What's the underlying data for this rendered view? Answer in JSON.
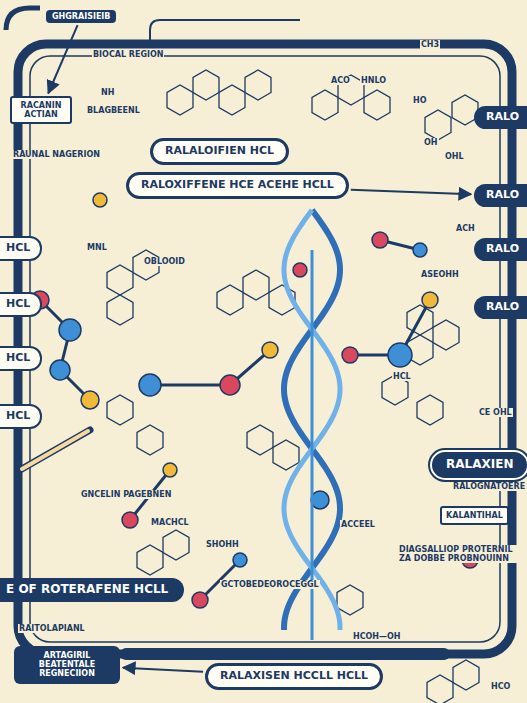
{
  "diagram": {
    "nodes": [
      {
        "text": [
          "GHGRAISIEIB"
        ]
      },
      {
        "text": [
          "RACANIN ACTIAN"
        ]
      },
      {
        "text": [
          "RALALOIFIEN HCL"
        ]
      },
      {
        "text": [
          "RALOXIFFENE HCE ACEHE HCLL"
        ]
      },
      {
        "text": [
          "RALO"
        ]
      },
      {
        "text": [
          "RALO"
        ]
      },
      {
        "text": [
          "RALO"
        ]
      },
      {
        "text": [
          "RALO"
        ]
      },
      {
        "text": [
          "RALAXIEN"
        ]
      },
      {
        "text": [
          "KALANTIHAL"
        ]
      },
      {
        "text": [
          "HCL"
        ]
      },
      {
        "text": [
          "HCL"
        ]
      },
      {
        "text": [
          "HCL"
        ]
      },
      {
        "text": [
          "HCL"
        ]
      },
      {
        "text": [
          "E OF ROTERAFENE HCLL"
        ]
      },
      {
        "text": [
          "ARTAGIRIL BEATENTALE REGNECIION"
        ]
      },
      {
        "text": [
          "RALAXISEN HCCLL HCLL"
        ]
      }
    ],
    "edges": [
      {
        "from": 0,
        "to": 1,
        "arrow": "to"
      },
      {
        "from": 3,
        "to": 5,
        "arrow": "to"
      },
      {
        "from": 16,
        "to": 15,
        "arrow": "to"
      }
    ],
    "labels": [
      "BIOCAL REGION",
      "NH",
      "BLAGBEENL",
      "RAUNAL NAGERION",
      "ACO",
      "HNLO",
      "CH3",
      "HO",
      "OH",
      "OHL",
      "OBLOOID",
      "MNL",
      "ACH",
      "ASEOHH",
      "HCL",
      "CE OHL",
      "GNCELIN PAGEBNEN",
      "MACHCL",
      "SHOHH",
      "ACCEEL",
      "RALOGNATOERE",
      "DIAGSALLIOP PROTERNIL ZA DOBBE PROBNOUINN",
      "GCTOBEDEOROCEGGL",
      "RAITOLAPIANL",
      "HCOH—OH",
      "HCO"
    ]
  }
}
